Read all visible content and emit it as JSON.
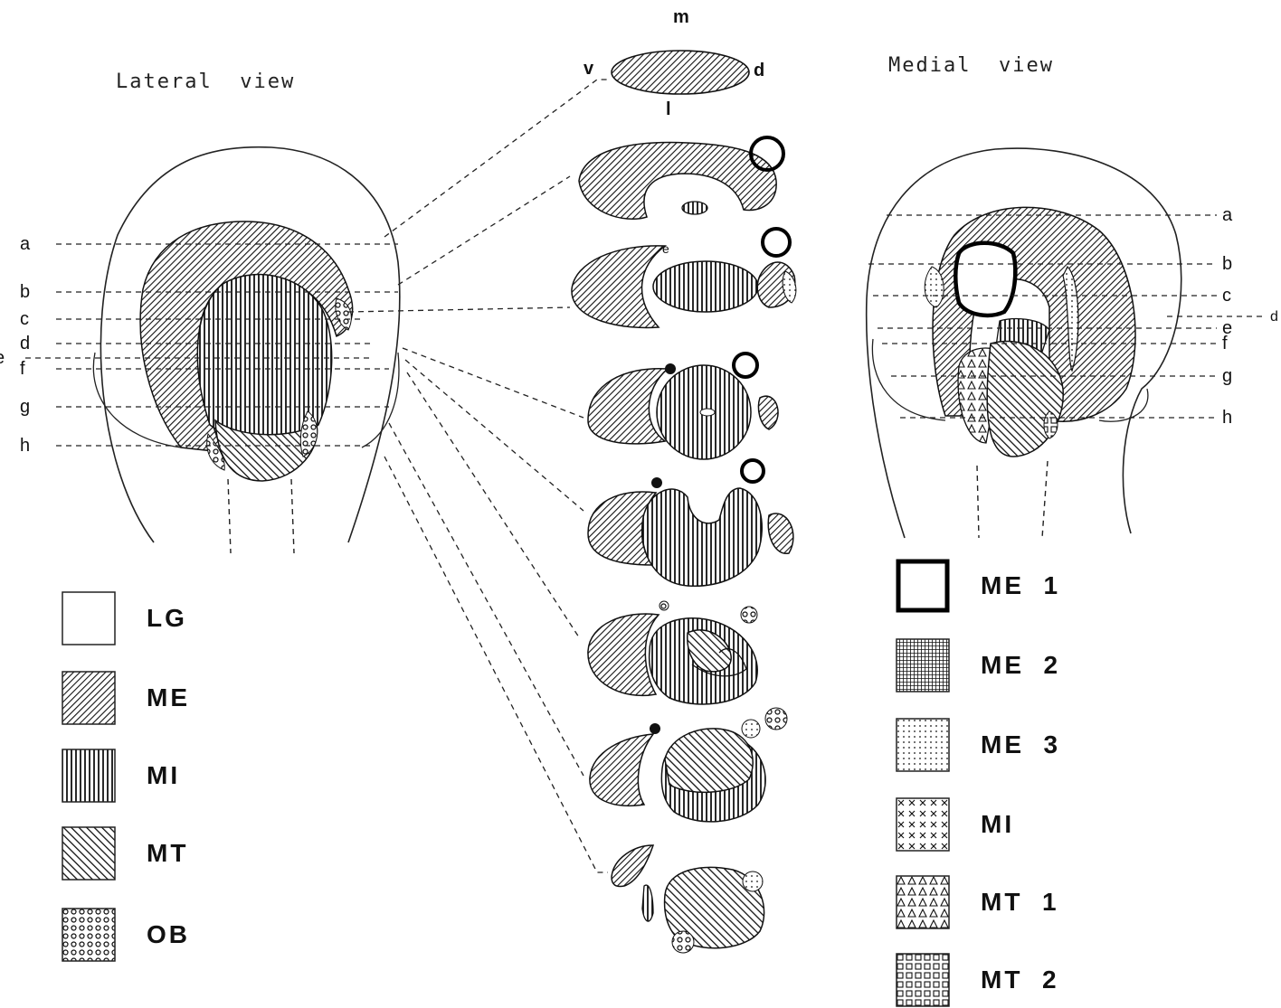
{
  "titles": {
    "lateral": "Lateral  view",
    "medial": "Medial  view"
  },
  "orientation": {
    "top": "m",
    "left": "v",
    "right": "d",
    "bottom": "l"
  },
  "lateral_levels": [
    "a",
    "b",
    "c",
    "d",
    "e",
    "f",
    "g",
    "h"
  ],
  "medial_levels": [
    "a",
    "b",
    "c",
    "e",
    "f",
    "g",
    "h"
  ],
  "medial_extra_label": "d",
  "section_marker": "e",
  "lateral_legend": [
    {
      "label": "LG",
      "pattern": "blank"
    },
    {
      "label": "ME",
      "pattern": "diag-fine"
    },
    {
      "label": "MI",
      "pattern": "vertical"
    },
    {
      "label": "MT",
      "pattern": "diag-coarse"
    },
    {
      "label": "OB",
      "pattern": "circles"
    }
  ],
  "medial_legend": [
    {
      "label": "ME  1",
      "pattern": "thick-border"
    },
    {
      "label": "ME  2",
      "pattern": "grid"
    },
    {
      "label": "ME  3",
      "pattern": "dots"
    },
    {
      "label": "MI",
      "pattern": "crosses"
    },
    {
      "label": "MT  1",
      "pattern": "triangles"
    },
    {
      "label": "MT  2",
      "pattern": "squares"
    }
  ]
}
